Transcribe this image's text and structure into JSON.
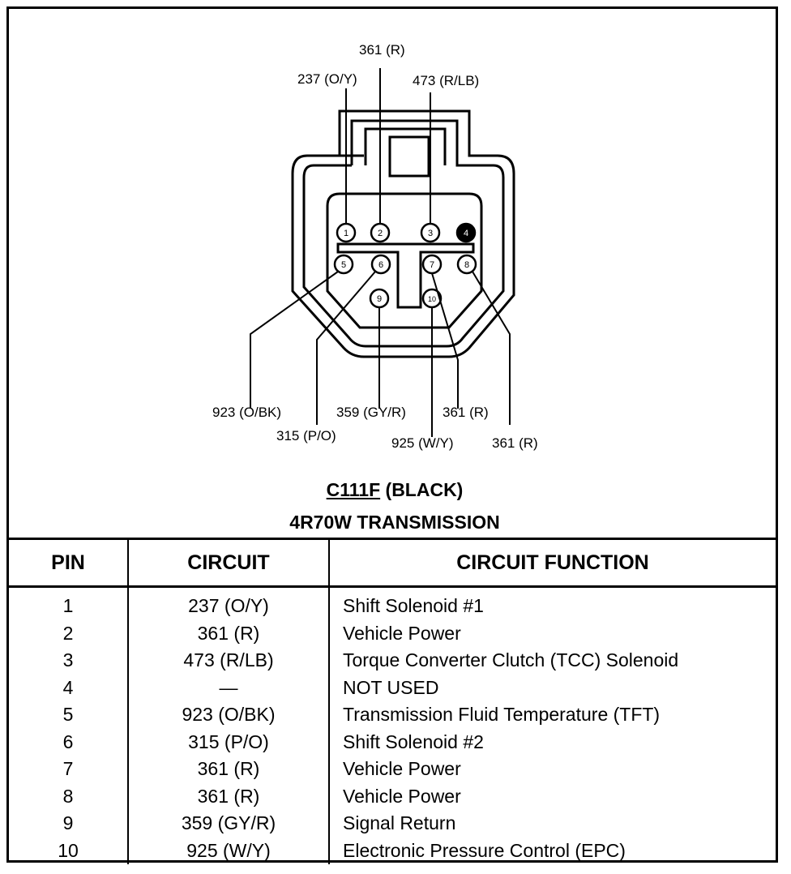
{
  "connector": {
    "title_id": "C111F",
    "title_color": "(BLACK)",
    "subtitle": "4R70W TRANSMISSION",
    "callouts": {
      "pin1": "237 (O/Y)",
      "pin2": "361 (R)",
      "pin3": "473 (R/LB)",
      "pin5": "923 (O/BK)",
      "pin6": "315 (P/O)",
      "pin7": "361 (R)",
      "pin8": "361 (R)",
      "pin9": "359 (GY/R)",
      "pin10": "925 (W/Y)"
    },
    "pin_labels": [
      "1",
      "2",
      "3",
      "4",
      "5",
      "6",
      "7",
      "8",
      "9",
      "10"
    ]
  },
  "table": {
    "headers": {
      "pin": "PIN",
      "circuit": "CIRCUIT",
      "function": "CIRCUIT FUNCTION"
    },
    "rows": [
      {
        "pin": "1",
        "circuit": "237 (O/Y)",
        "function": "Shift Solenoid #1"
      },
      {
        "pin": "2",
        "circuit": "361 (R)",
        "function": "Vehicle Power"
      },
      {
        "pin": "3",
        "circuit": "473 (R/LB)",
        "function": "Torque Converter Clutch (TCC) Solenoid"
      },
      {
        "pin": "4",
        "circuit": "—",
        "function": "NOT USED"
      },
      {
        "pin": "5",
        "circuit": "923 (O/BK)",
        "function": "Transmission Fluid Temperature (TFT)"
      },
      {
        "pin": "6",
        "circuit": "315 (P/O)",
        "function": "Shift Solenoid #2"
      },
      {
        "pin": "7",
        "circuit": "361 (R)",
        "function": "Vehicle Power"
      },
      {
        "pin": "8",
        "circuit": "361 (R)",
        "function": "Vehicle Power"
      },
      {
        "pin": "9",
        "circuit": "359 (GY/R)",
        "function": "Signal Return"
      },
      {
        "pin": "10",
        "circuit": "925 (W/Y)",
        "function": "Electronic Pressure Control (EPC)"
      }
    ]
  }
}
